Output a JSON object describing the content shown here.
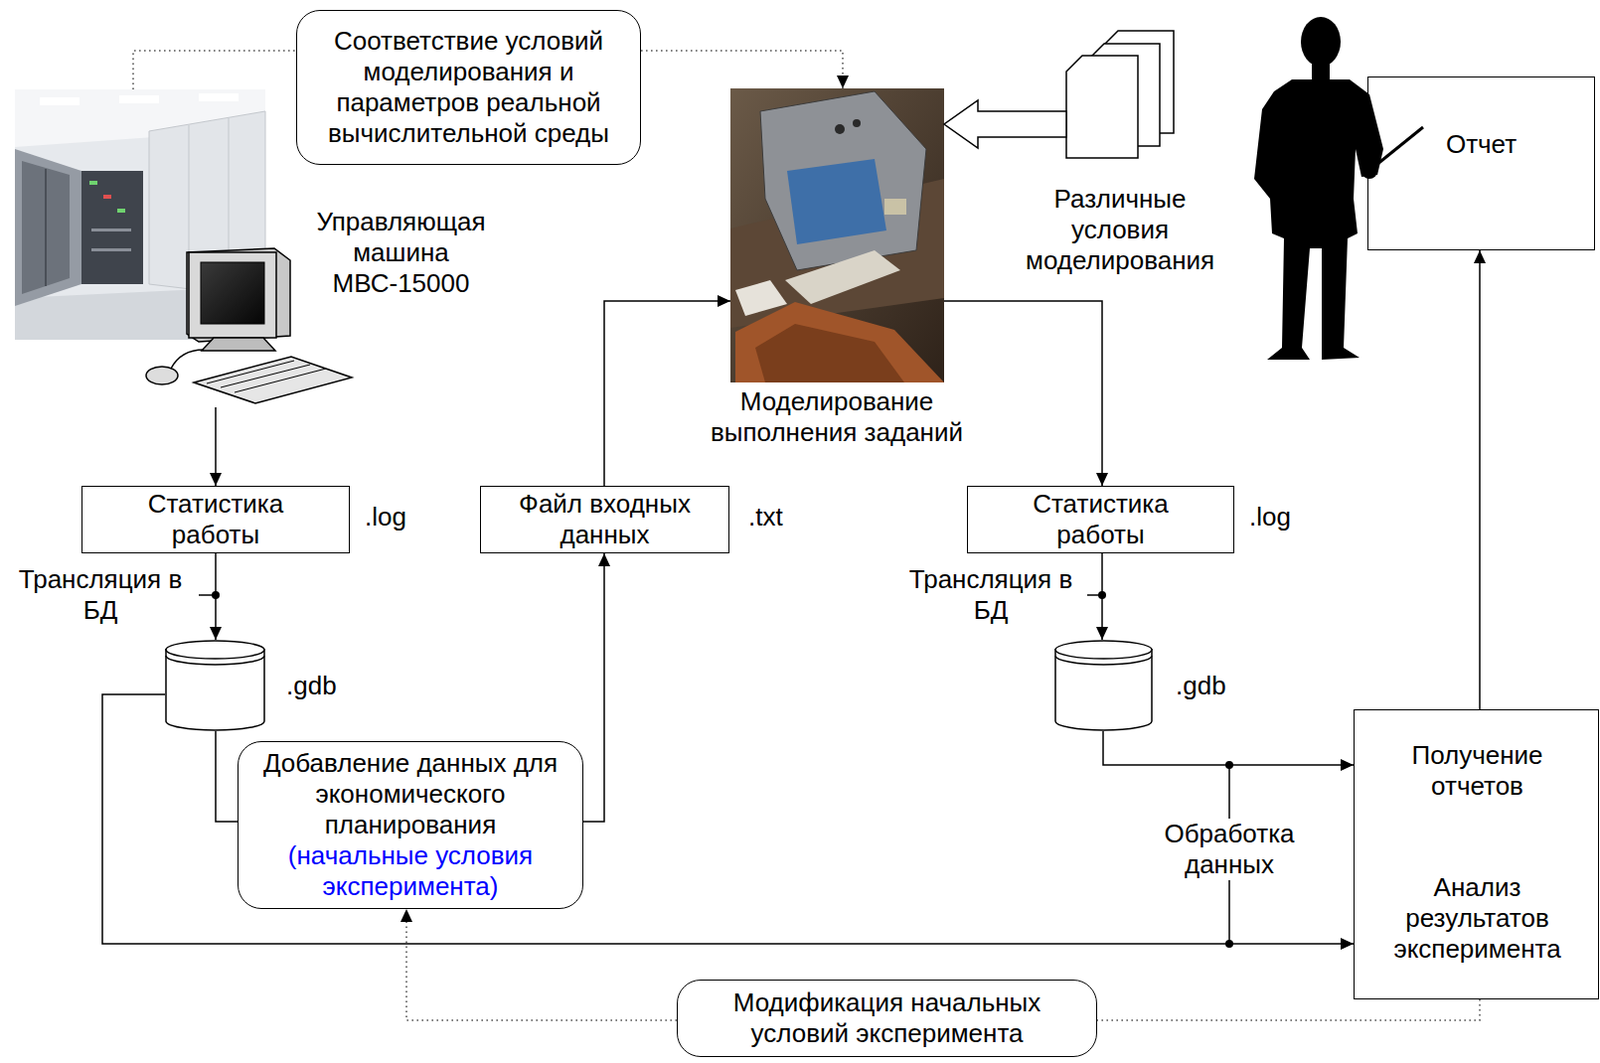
{
  "diagram": {
    "nodes": [
      {
        "text": [
          "Соответствие условий моделирования и параметров реальной вычислительной среды"
        ]
      },
      {
        "text": [
          "Управляющая машина МВС-15000"
        ]
      },
      {
        "text": [
          "Моделирование выполнения заданий"
        ]
      },
      {
        "text": [
          "Различные условия моделирования"
        ]
      },
      {
        "text": [
          "Отчет"
        ]
      },
      {
        "text": [
          "Статистика работы",
          ".log"
        ]
      },
      {
        "text": [
          "Файл входных данных",
          ".txt"
        ]
      },
      {
        "text": [
          "Статистика работы",
          ".log"
        ]
      },
      {
        "text": [
          ".gdb"
        ]
      },
      {
        "text": [
          ".gdb"
        ]
      },
      {
        "text": [
          "Добавление данных для экономического планирования",
          "(начальные условия эксперимента)"
        ]
      },
      {
        "text": [
          "Получение отчетов",
          "Анализ результатов эксперимента"
        ]
      },
      {
        "text": [
          "Модификация начальных условий эксперимента"
        ]
      }
    ],
    "edges": [
      {
        "from": 1,
        "to": 0,
        "arrow": "none"
      },
      {
        "from": 0,
        "to": 2,
        "arrow": "to"
      },
      {
        "from": 3,
        "to": 2,
        "arrow": "to"
      },
      {
        "from": 1,
        "to": 5,
        "arrow": "to"
      },
      {
        "from": 5,
        "to": 8,
        "label": "Трансляция в БД",
        "arrow": "to"
      },
      {
        "from": 8,
        "to": 10,
        "arrow": "none"
      },
      {
        "from": 10,
        "to": 6,
        "arrow": "to"
      },
      {
        "from": 6,
        "to": 2,
        "arrow": "to"
      },
      {
        "from": 2,
        "to": 7,
        "arrow": "to"
      },
      {
        "from": 7,
        "to": 9,
        "label": "Трансляция в БД",
        "arrow": "to"
      },
      {
        "from": 9,
        "to": 11,
        "label": "Обработка данных",
        "arrow": "to"
      },
      {
        "from": 8,
        "to": 11,
        "arrow": "to"
      },
      {
        "from": 11,
        "to": 4,
        "arrow": "to"
      },
      {
        "from": 11,
        "to": 12,
        "arrow": "none"
      },
      {
        "from": 12,
        "to": 10,
        "arrow": "to"
      }
    ]
  }
}
